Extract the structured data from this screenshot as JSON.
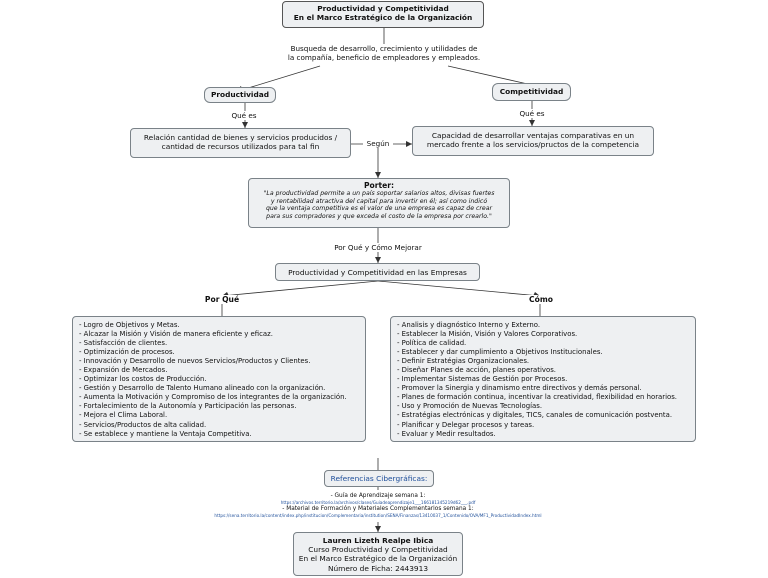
{
  "root": {
    "line1": "Productividad y Competitividad",
    "line2": "En el Marco Estratégico de la Organización"
  },
  "root_link": {
    "line1": "Busqueda de desarrollo, crecimiento y utilidades de",
    "line2": "la compañía, beneficio de empleadores y empleados."
  },
  "productividad": {
    "label": "Productividad",
    "link": "Qué es",
    "def1": "Relación cantidad de bienes y servicios producidos /",
    "def2": "cantidad de recursos utilizados para tal fin"
  },
  "competitividad": {
    "label": "Competitividad",
    "link": "Qué es",
    "def1": "Capacidad de desarrollar ventajas comparativas en un",
    "def2": "mercado frente a los servicios/pructos de la competencia"
  },
  "segun": "Según",
  "porter": {
    "title": "Porter:",
    "l1": "\"La productividad permite a un país soportar salarios altos, divisas fuertes",
    "l2": "y rentabilidad atractiva del capital para invertir en él; así como indicó",
    "l3": "que la ventaja competitiva es el valor de una empresa es capaz de crear",
    "l4": "para sus compradores y que exceda el costo de la empresa por crearlo.\""
  },
  "por_que_como": "Por Qué y Cómo Mejorar",
  "empresas": "Productividad y Competitividad en las Empresas",
  "por_que": {
    "label": "Por Qué",
    "items": [
      "- Logro de Objetivos y Metas.",
      "- Alcazar la Misión y Visión de manera eficiente y eficaz.",
      "- Satisfacción de clientes.",
      "- Optimización de procesos.",
      "- Innovación y Desarrollo de nuevos Servicios/Productos y Clientes.",
      "- Expansión de Mercados.",
      "- Optimizar los costos de Producción.",
      "- Gestión y Desarrollo de Talento Humano alineado con la organización.",
      "- Aumenta la Motivación y Compromiso de los integrantes de la organización.",
      "- Fortalecimiento de la Autonomía y Participación las personas.",
      "- Mejora el Clima Laboral.",
      "- Servicios/Productos de alta calidad.",
      "- Se establece y mantiene la Ventaja Competitiva."
    ]
  },
  "como": {
    "label": "Cómo",
    "items": [
      "- Analisis y diagnóstico Interno y Externo.",
      "- Establecer la Misión, Visión y Valores Corporativos.",
      "- Política de calidad.",
      "- Establecer y dar cumplimiento a Objetivos Institucionales.",
      "- Definir Estratégias Organizacionales.",
      "- Diseñar Planes de acción, planes operativos.",
      "- Implementar Sistemas de Gestión por Procesos.",
      "- Promover la Sinergia y dinamismo entre directivos y demás personal.",
      "- Planes de formación continua, incentivar la creatividad, flexibilidad en horarios.",
      "- Uso y Promoción de Nuevas Tecnologías.",
      "- Estratégias electrónicas y digitales, TICS, canales de comunicación postventa.",
      "- Planificar y Delegar procesos y tareas.",
      "- Evaluar y Medir resultados."
    ]
  },
  "referencias": {
    "title": "Referencias Cibergráficas:",
    "r1_label": "- Guía de Aprendizaje semana 1:",
    "r1_url": "https://archivos.territorio.la/archivos/clases/Guiadeaprendizaje1___166181345219d62___.pdf",
    "r2_label": "- Material de Formación y Materiales Complementarios semana 1:",
    "r2_url": "https://sena.territorio.la/content/index.php/institucion/Complementaria/institution/SENA/Finanzas/13410037_1/Contenido/OVA/MF1_ProductividadIndex.html"
  },
  "autor": {
    "name": "Lauren Lizeth Realpe Ibica",
    "course": "Curso Productividad y Competitividad",
    "sub": "En el Marco Estratégico de la Organización",
    "ficha": "Número de Ficha: 2443913"
  },
  "colors": {
    "node_bg": "#eef0f2",
    "border": "#7a8288",
    "link_color": "#1f4f9a"
  }
}
